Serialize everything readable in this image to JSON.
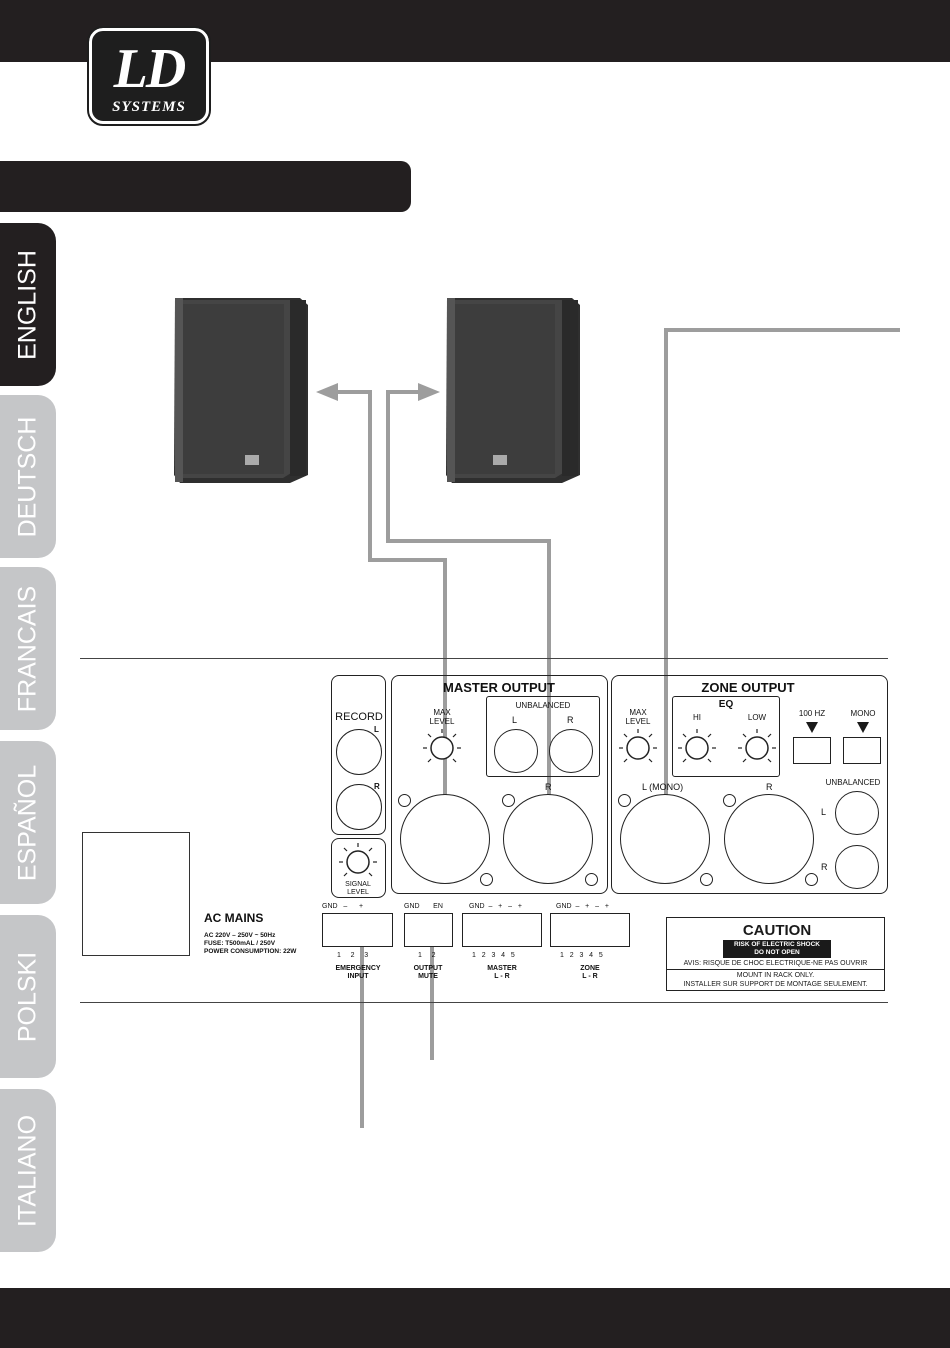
{
  "brand": {
    "logo_main": "LD",
    "logo_sub": "SYSTEMS"
  },
  "language_tabs": [
    {
      "label": "ENGLISH",
      "active": true
    },
    {
      "label": "DEUTSCH",
      "active": false
    },
    {
      "label": "FRANCAIS",
      "active": false
    },
    {
      "label": "ESPAÑOL",
      "active": false
    },
    {
      "label": "POLSKI",
      "active": false
    },
    {
      "label": "ITALIANO",
      "active": false
    }
  ],
  "rear_panel": {
    "record": {
      "title": "RECORD",
      "left": "L",
      "right": "R"
    },
    "signal_level": "SIGNAL\nLEVEL",
    "master_output": {
      "title": "MASTER OUTPUT",
      "max_level": "MAX\nLEVEL",
      "unbalanced": "UNBALANCED",
      "left": "L",
      "right": "R"
    },
    "zone_output": {
      "title": "ZONE OUTPUT",
      "max_level": "MAX\nLEVEL",
      "eq": "EQ",
      "hi": "HI",
      "low": "LOW",
      "hz_100": "100 HZ",
      "mono": "MONO",
      "unbalanced": "UNBALANCED",
      "left_mono": "L (MONO)",
      "right": "R",
      "ub_left": "L",
      "ub_right": "R"
    },
    "ac_mains": {
      "title": "AC MAINS",
      "line1": "AC 220V – 250V ~ 50Hz",
      "line2": "FUSE: T500mAL / 250V",
      "line3": "POWER CONSUMPTION: 22W"
    },
    "terminals": [
      {
        "top": "GND   –      +",
        "numbers": "1     2     3",
        "name": "EMERGENCY\nINPUT"
      },
      {
        "top": "GND       EN",
        "numbers": "1     2",
        "name": "OUTPUT\nMUTE"
      },
      {
        "top": "GND  –   +   –   +",
        "numbers": "1   2   3   4   5",
        "name": "MASTER\nL - R"
      },
      {
        "top": "GND  –   +   –   +",
        "numbers": "1   2   3   4   5",
        "name": "ZONE\nL - R"
      }
    ],
    "caution": {
      "title": "CAUTION",
      "risk": "RISK OF ELECTRIC SHOCK",
      "do_not_open": "DO NOT OPEN",
      "avis": "AVIS: RISQUE DE CHOC ELECTRIQUE-NE PAS OUVRIR",
      "mount": "MOUNT IN RACK ONLY.",
      "installer": "INSTALLER SUR SUPPORT DE MONTAGE SEULEMENT."
    }
  },
  "colors": {
    "dark_bar": "#231f20",
    "inactive_tab": "#c5c6c8",
    "cable": "#9d9d9d",
    "speaker": "#3a3a3a"
  }
}
